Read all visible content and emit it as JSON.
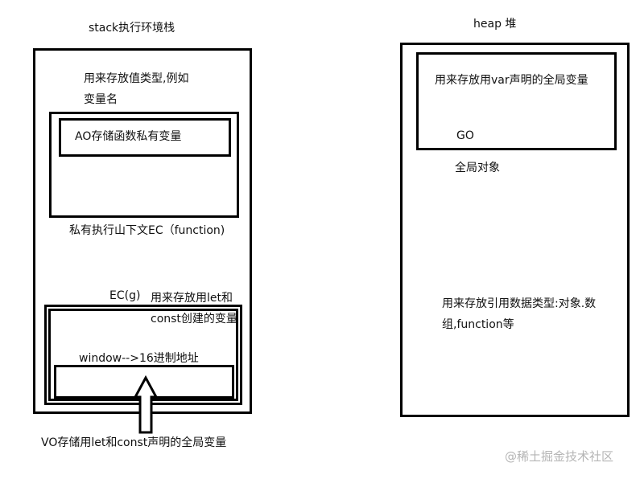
{
  "stack": {
    "title": "stack执行环境栈",
    "value_types_line1": "用来存放值类型,例如",
    "value_types_line2": "变量名",
    "ao_label": "AO存储函数私有变量",
    "private_ec_label": "私有执行山下文EC（function)",
    "ec_global_label": "EC(g)",
    "let_const_line1": "用来存放用let和",
    "let_const_line2": "const创建的变量",
    "window_label": "window-->16进制地址",
    "vo_label": "VO存储用let和const声明的全局变量"
  },
  "heap": {
    "title": "heap 堆",
    "var_global_label": "用来存放用var声明的全局变量",
    "go_label": "GO",
    "global_object_label": "全局对象",
    "reference_line1": "用来存放引用数据类型:对象.数",
    "reference_line2": "组,function等"
  },
  "watermark": "@稀土掘金技术社区"
}
